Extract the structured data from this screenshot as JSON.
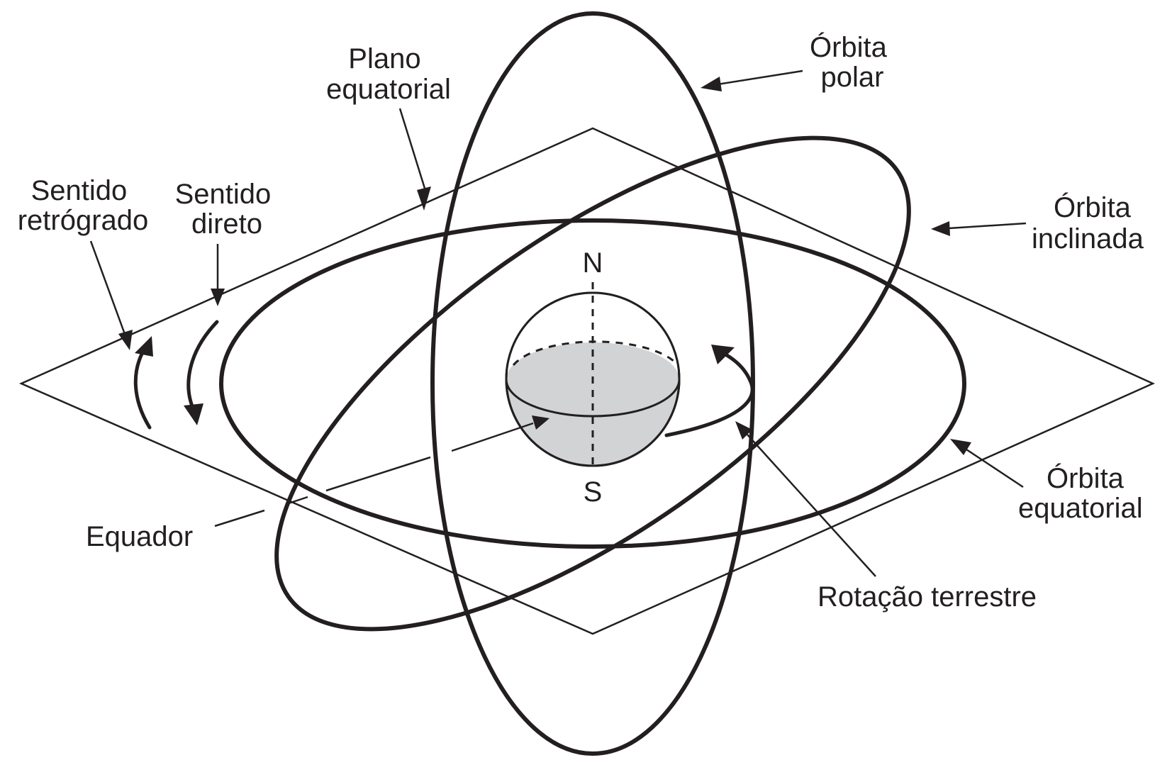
{
  "labels": {
    "plano_equatorial": [
      "Plano",
      "equatorial"
    ],
    "orbita_polar": [
      "Órbita",
      "polar"
    ],
    "orbita_inclinada": [
      "Órbita",
      "inclinada"
    ],
    "orbita_equatorial": [
      "Órbita",
      "equatorial"
    ],
    "sentido_retrogrado": [
      "Sentido",
      "retrógrado"
    ],
    "sentido_direto": [
      "Sentido",
      "direto"
    ],
    "equador": "Equador",
    "rotacao_terrestre": "Rotação terrestre",
    "polo_norte": "N",
    "polo_sul": "S"
  },
  "colors": {
    "ink": "#231f20",
    "earth_fill": "#d1d3d4",
    "background": "#ffffff"
  }
}
